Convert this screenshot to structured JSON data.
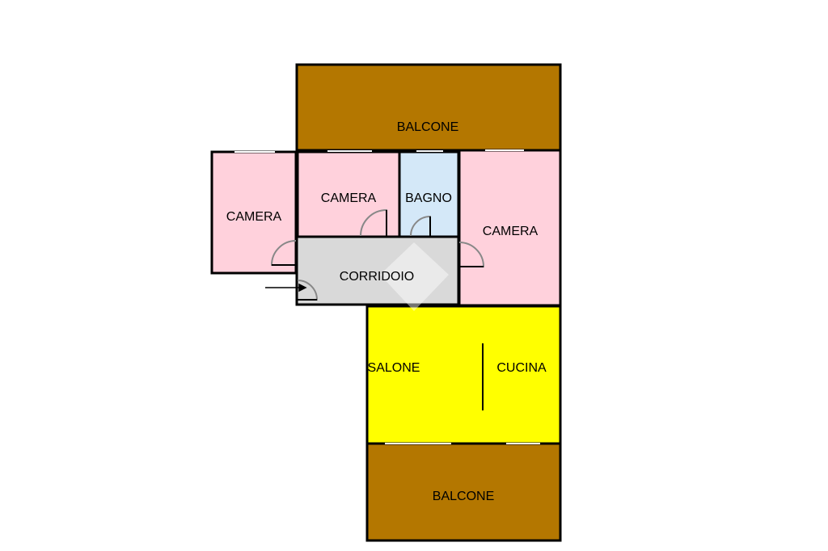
{
  "rooms": {
    "balcone_top": {
      "label": "BALCONE",
      "color": "#b47700"
    },
    "camera_left": {
      "label": "CAMERA",
      "color": "#ffd1dc"
    },
    "camera_center": {
      "label": "CAMERA",
      "color": "#ffd1dc"
    },
    "bagno": {
      "label": "BAGNO",
      "color": "#d4e8f8"
    },
    "camera_right": {
      "label": "CAMERA",
      "color": "#ffd1dc"
    },
    "corridoio": {
      "label": "CORRIDOIO",
      "color": "#d9d9d9"
    },
    "salone": {
      "label": "SALONE",
      "color": "#ffff00"
    },
    "cucina": {
      "label": "CUCINA",
      "color": "#ffff00"
    },
    "balcone_bottom": {
      "label": "BALCONE",
      "color": "#b47700"
    }
  }
}
